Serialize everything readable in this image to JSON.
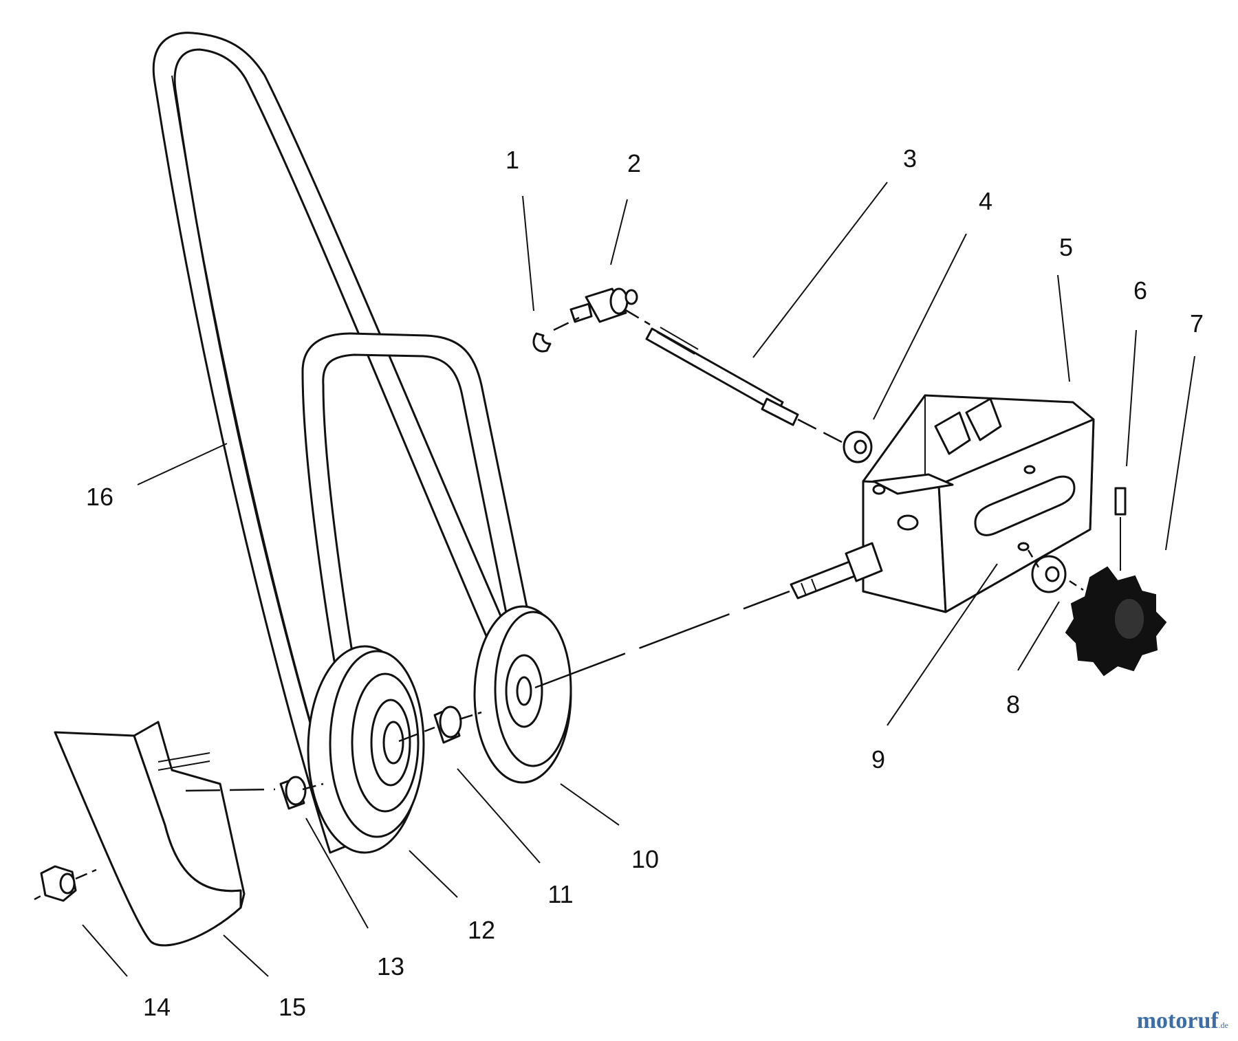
{
  "callouts": [
    {
      "id": "1",
      "label": "1"
    },
    {
      "id": "2",
      "label": "2"
    },
    {
      "id": "3",
      "label": "3"
    },
    {
      "id": "4",
      "label": "4"
    },
    {
      "id": "5",
      "label": "5"
    },
    {
      "id": "6",
      "label": "6"
    },
    {
      "id": "7",
      "label": "7"
    },
    {
      "id": "8",
      "label": "8"
    },
    {
      "id": "9",
      "label": "9"
    },
    {
      "id": "10",
      "label": "10"
    },
    {
      "id": "11",
      "label": "11"
    },
    {
      "id": "12",
      "label": "12"
    },
    {
      "id": "13",
      "label": "13"
    },
    {
      "id": "14",
      "label": "14"
    },
    {
      "id": "15",
      "label": "15"
    },
    {
      "id": "16",
      "label": "16"
    }
  ],
  "watermark": {
    "main": "motoruf",
    "suffix": ".de",
    "color": "#3b6ea8"
  }
}
